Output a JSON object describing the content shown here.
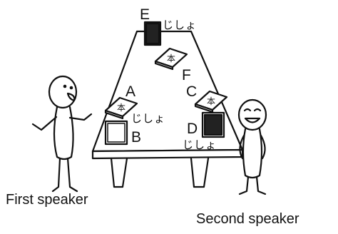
{
  "labels": {
    "a": "A",
    "b": "B",
    "c": "C",
    "d": "D",
    "e": "E",
    "f": "F"
  },
  "dictionary": "じしょ",
  "speakers": {
    "first": "First speaker",
    "second": "Second speaker"
  },
  "book_title_glyph": "本"
}
